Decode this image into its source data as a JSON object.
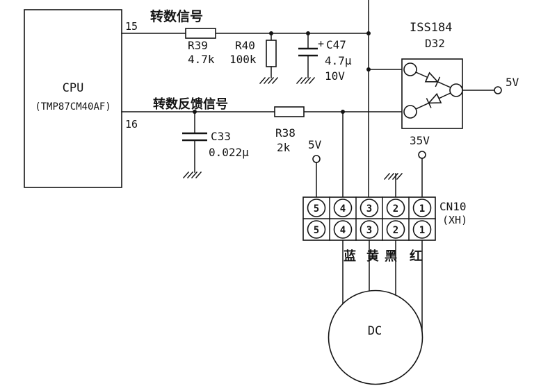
{
  "cpu": {
    "name": "CPU",
    "part": "(TMP87CM40AF)",
    "pin_top": "15",
    "pin_bottom": "16"
  },
  "signals": {
    "speed": "转数信号",
    "feedback": "转数反馈信号"
  },
  "components": {
    "r39": {
      "ref": "R39",
      "value": "4.7k"
    },
    "r40": {
      "ref": "R40",
      "value": "100k"
    },
    "r38": {
      "ref": "R38",
      "value": "2k"
    },
    "c47": {
      "polarity": "+",
      "ref": "C47",
      "value": "4.7μ",
      "rating": "10V"
    },
    "c33": {
      "ref": "C33",
      "value": "0.022μ"
    },
    "d32": {
      "part": "ISS184",
      "ref": "D32"
    }
  },
  "power": {
    "v5_left": "5V",
    "v5_right": "5V",
    "v35": "35V"
  },
  "connector": {
    "ref": "CN10",
    "type": "(XH)",
    "pins": [
      "5",
      "4",
      "3",
      "2",
      "1"
    ]
  },
  "wire_colors": [
    "蓝",
    "黄",
    "黑",
    "红"
  ],
  "motor": {
    "label": "DC"
  }
}
